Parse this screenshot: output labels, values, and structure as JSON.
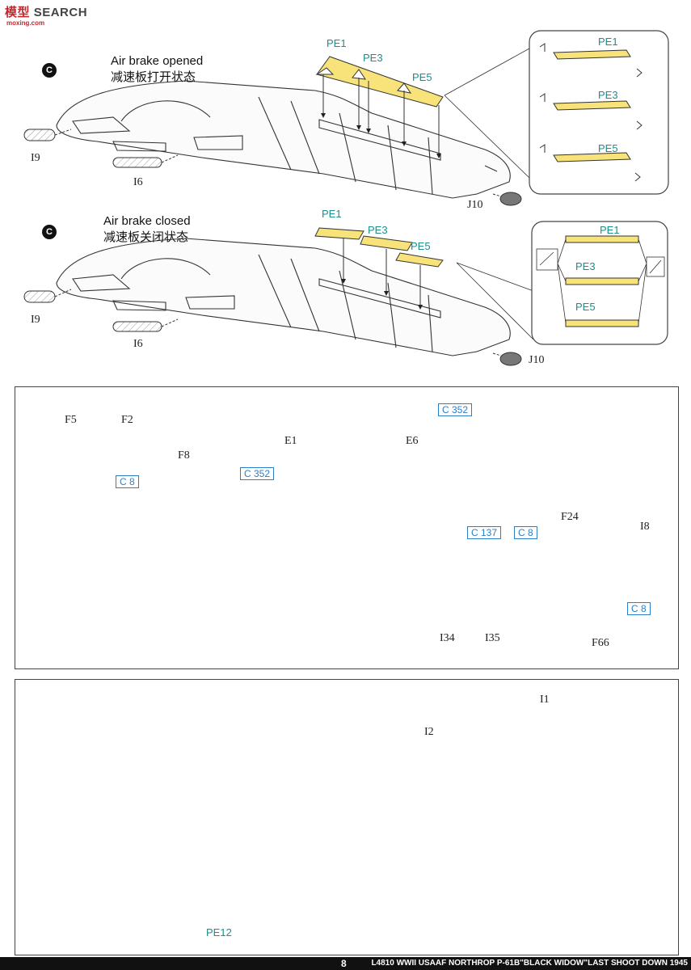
{
  "watermark": {
    "brand_left": "模",
    "brand_right": "型",
    "search": "SEARCH",
    "url": "moxing.com"
  },
  "section1": {
    "badge": "C",
    "title_en": "Air brake opened",
    "title_cn": "减速板打开状态",
    "pe": [
      "PE1",
      "PE3",
      "PE5"
    ],
    "parts": {
      "i9": "I9",
      "i6": "I6",
      "j10": "J10"
    },
    "detail_pe": [
      "PE1",
      "PE3",
      "PE5"
    ]
  },
  "section2": {
    "badge": "C",
    "title_en": "Air brake closed",
    "title_cn": "减速板关闭状态",
    "pe": [
      "PE1",
      "PE3",
      "PE5"
    ],
    "parts": {
      "i9": "I9",
      "i6": "I6",
      "j10": "J10"
    },
    "detail_pe": [
      "PE1",
      "PE3",
      "PE5"
    ]
  },
  "section3": {
    "parts": {
      "f5": "F5",
      "f2": "F2",
      "f8": "F8",
      "e1": "E1",
      "e6": "E6",
      "f24": "F24",
      "i8": "I8",
      "i34": "I34",
      "i35": "I35",
      "f66": "F66"
    },
    "refs": {
      "c8_a": "C 8",
      "c352_a": "C 352",
      "c352_b": "C 352",
      "c137": "C 137",
      "c8_b": "C 8",
      "c8_c": "C 8"
    }
  },
  "section4": {
    "parts": {
      "i1": "I1",
      "i2": "I2",
      "pe12": "PE12"
    }
  },
  "footer": {
    "page": "8",
    "title": "L4810 WWII USAAF NORTHROP P-61B\"BLACK WIDOW\"LAST SHOOT DOWN 1945"
  }
}
